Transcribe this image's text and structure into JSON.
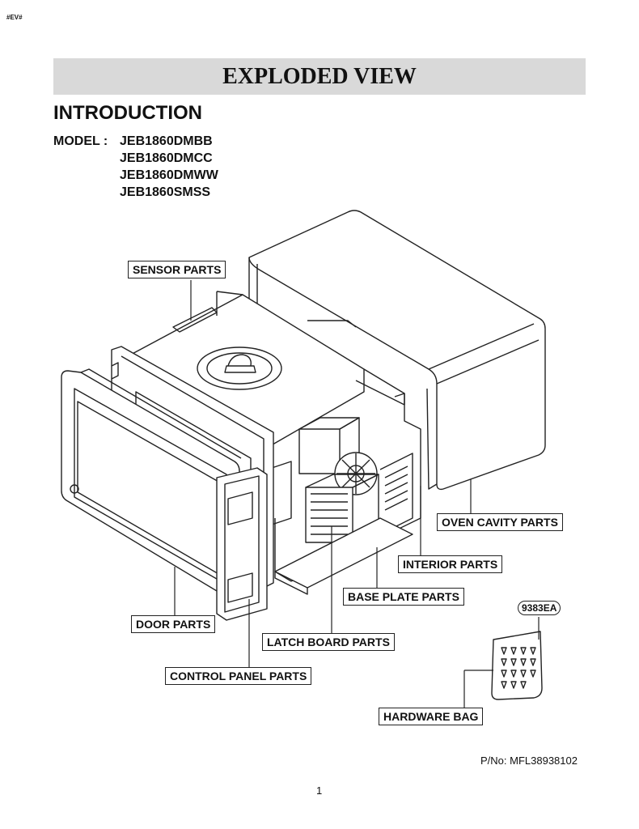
{
  "header": {
    "tag": "#EV#",
    "title": "EXPLODED VIEW"
  },
  "intro": {
    "heading": "INTRODUCTION",
    "model_label": "MODEL : ",
    "models": [
      "JEB1860DMBB",
      "JEB1860DMCC",
      "JEB1860DMWW",
      "JEB1860SMSS"
    ]
  },
  "callouts": {
    "sensor": "SENSOR PARTS",
    "oven_cavity": "OVEN CAVITY PARTS",
    "interior": "INTERIOR PARTS",
    "base_plate": "BASE PLATE PARTS",
    "door": "DOOR PARTS",
    "latch_board": "LATCH BOARD PARTS",
    "control_panel": "CONTROL PANEL PARTS",
    "hardware_bag": "HARDWARE BAG",
    "hardware_code": "9383EA"
  },
  "footer": {
    "part_number": "P/No: MFL38938102",
    "page": "1"
  }
}
